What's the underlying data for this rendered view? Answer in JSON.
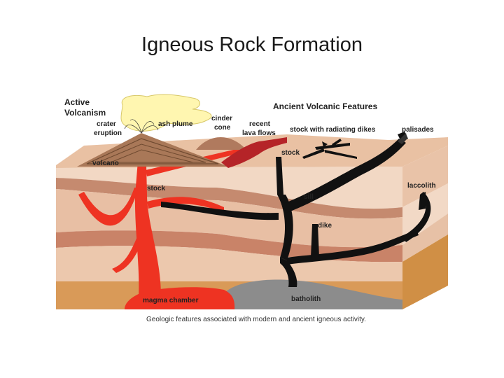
{
  "slide": {
    "title": "Igneous Rock Formation"
  },
  "diagram": {
    "caption": "Geologic features associated with modern and ancient igneous activity.",
    "labels": {
      "active_volcanism_1": "Active",
      "active_volcanism_2": "Volcanism",
      "crater": "crater",
      "eruption": "eruption",
      "ash_plume": "ash plume",
      "cinder_1": "cinder",
      "cinder_2": "cone",
      "recent_1": "recent",
      "recent_2": "lava flows",
      "ancient": "Ancient Volcanic Features",
      "stock_radiating": "stock with radiating dikes",
      "palisades": "palisades",
      "volcano": "volcano",
      "stock_top": "stock",
      "stock_red": "stock",
      "laccolith": "laccolith",
      "sill": "sill",
      "dike": "dike",
      "magma_chamber": "magma chamber",
      "batholith": "batholith"
    },
    "colors": {
      "magma": "#ee3322",
      "intrusion": "#111111",
      "batholith": "#888888",
      "ash": "#fff6b0"
    }
  }
}
